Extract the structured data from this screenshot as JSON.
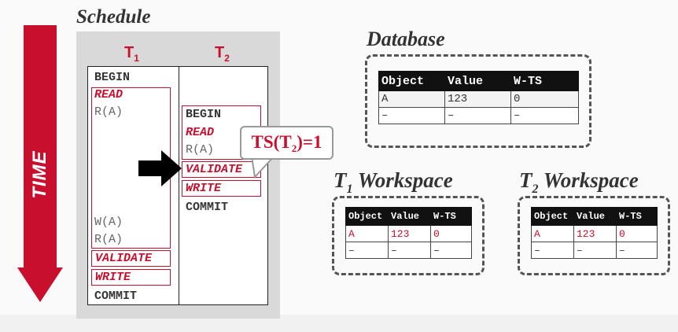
{
  "time_label": "TIME",
  "schedule": {
    "title": "Schedule",
    "t1_header": {
      "main": "T",
      "sub": "1"
    },
    "t2_header": {
      "main": "T",
      "sub": "2"
    },
    "t1_ops": [
      "BEGIN",
      "READ",
      "R(A)",
      "W(A)",
      "R(A)",
      "VALIDATE",
      "WRITE",
      "COMMIT"
    ],
    "t2_ops": [
      "BEGIN",
      "READ",
      "R(A)",
      "VALIDATE",
      "WRITE",
      "COMMIT"
    ]
  },
  "callout": {
    "prefix": "TS(T",
    "sub": "2",
    "suffix": ")=1"
  },
  "database": {
    "title": "Database",
    "columns": [
      "Object",
      "Value",
      "W-TS"
    ],
    "rows": [
      [
        "A",
        "123",
        "0"
      ],
      [
        "–",
        "–",
        "–"
      ]
    ]
  },
  "t1_workspace": {
    "title_main": "T",
    "title_sub": "1",
    "title_rest": " Workspace",
    "columns": [
      "Object",
      "Value",
      "W-TS"
    ],
    "rows": [
      [
        "A",
        "123",
        "0"
      ],
      [
        "–",
        "–",
        "–"
      ]
    ]
  },
  "t2_workspace": {
    "title_main": "T",
    "title_sub": "2",
    "title_rest": " Workspace",
    "columns": [
      "Object",
      "Value",
      "W-TS"
    ],
    "rows": [
      [
        "A",
        "123",
        "0"
      ],
      [
        "–",
        "–",
        "–"
      ]
    ]
  },
  "colors": {
    "accent": "#c8102e",
    "panel": "#d9d9d9",
    "header": "#111111"
  }
}
